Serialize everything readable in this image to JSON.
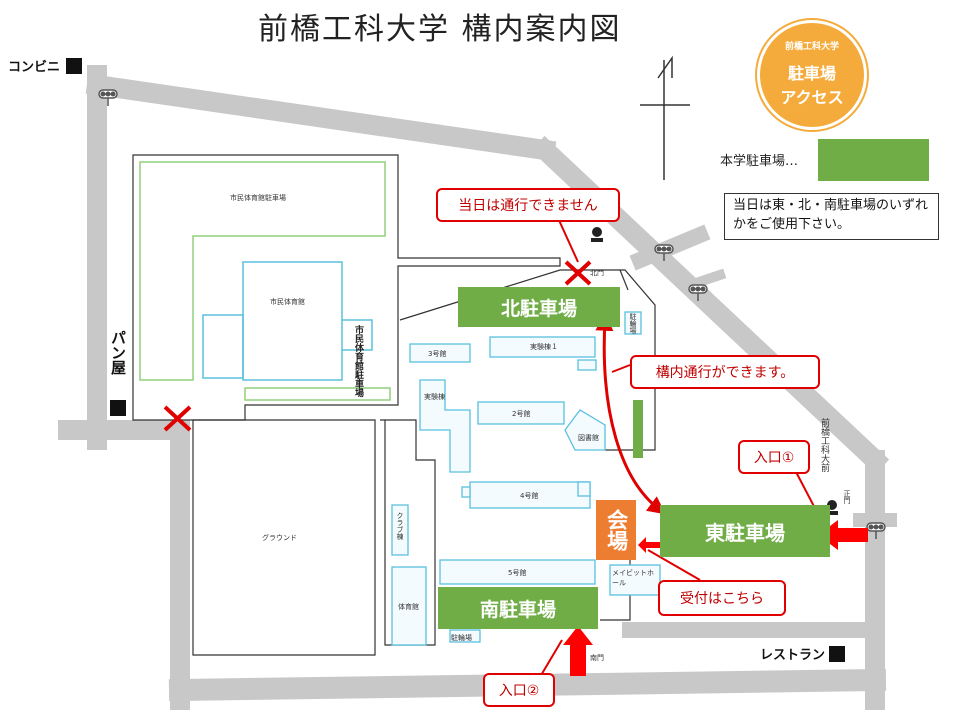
{
  "title": "前橋工科大学 構内案内図",
  "badge": {
    "top": "前橋工科大学",
    "line1": "駐車場",
    "line2": "アクセス"
  },
  "legend": {
    "label": "本学駐車場…",
    "color": "#70ad47"
  },
  "notice": "当日は東・北・南駐車場のいずれかをご使用下さい。",
  "parking": {
    "north": "北駐車場",
    "east": "東駐車場",
    "south": "南駐車場"
  },
  "venue": "会場",
  "callouts": {
    "no_pass": "当日は通行できません",
    "pass_ok": "構内通行ができます。",
    "reception": "受付はこちら",
    "entrance1": "入口①",
    "entrance2": "入口②"
  },
  "landmarks": {
    "convenience": "コンビニ",
    "bakery": "パン屋",
    "restaurant": "レストラン",
    "station_front": "前橋工科大前"
  },
  "buildings": {
    "civic_gym_parking": "市民体育館駐車場",
    "civic_gym": "市民体育館",
    "civic_gym_parking_v": "市民体育館駐車場",
    "bldg3": "3号館",
    "lab1": "実験棟１",
    "lab": "実験棟",
    "bldg2": "2号館",
    "library": "図書館",
    "bldg4": "4号館",
    "bldg5": "5号館",
    "ground": "グラウンド",
    "club": "クラブ棟",
    "gym": "体育館",
    "meibit": "メイビットホール",
    "parking_small1": "駐輪場",
    "parking_small2": "駐輪場",
    "north_gate": "北門",
    "east_gate": "正門",
    "south_gate": "南門"
  },
  "colors": {
    "road": "#c8c8c8",
    "parking": "#70ad47",
    "venue": "#ed7d31",
    "callout": "#e00000",
    "arrow": "#ff0000",
    "building_outline": "#5bc0de",
    "green_line": "#8fd17a"
  }
}
